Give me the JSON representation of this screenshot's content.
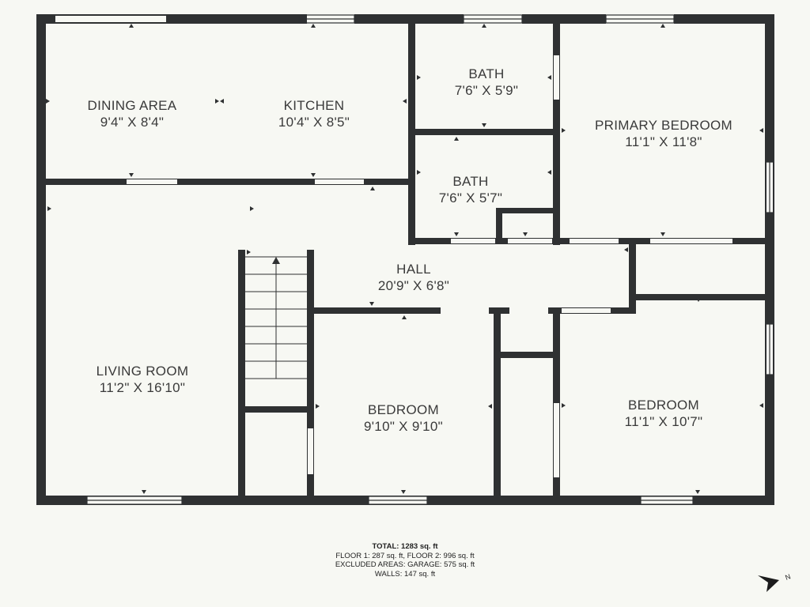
{
  "rooms": {
    "dining": {
      "name": "DINING AREA",
      "dims": "9'4\" X 8'4\""
    },
    "kitchen": {
      "name": "KITCHEN",
      "dims": "10'4\" X 8'5\""
    },
    "bath1": {
      "name": "BATH",
      "dims": "7'6\" X 5'9\""
    },
    "bath2": {
      "name": "BATH",
      "dims": "7'6\" X 5'7\""
    },
    "primary": {
      "name": "PRIMARY BEDROOM",
      "dims": "11'1\" X 11'8\""
    },
    "hall": {
      "name": "HALL",
      "dims": "20'9\" X 6'8\""
    },
    "living": {
      "name": "LIVING ROOM",
      "dims": "11'2\" X 16'10\""
    },
    "bedroom1": {
      "name": "BEDROOM",
      "dims": "9'10\" X 9'10\""
    },
    "bedroom2": {
      "name": "BEDROOM",
      "dims": "11'1\" X 10'7\""
    }
  },
  "summary": {
    "total": "TOTAL: 1283 sq. ft",
    "floors": "FLOOR 1: 287 sq. ft, FLOOR 2: 996 sq. ft",
    "excluded": "EXCLUDED AREAS: GARAGE: 575 sq. ft",
    "walls": "WALLS: 147 sq. ft"
  },
  "compass": {
    "label": "N"
  },
  "colors": {
    "wall": "#2f3132",
    "background": "#f7f8f3",
    "text": "#3a3a3a"
  }
}
